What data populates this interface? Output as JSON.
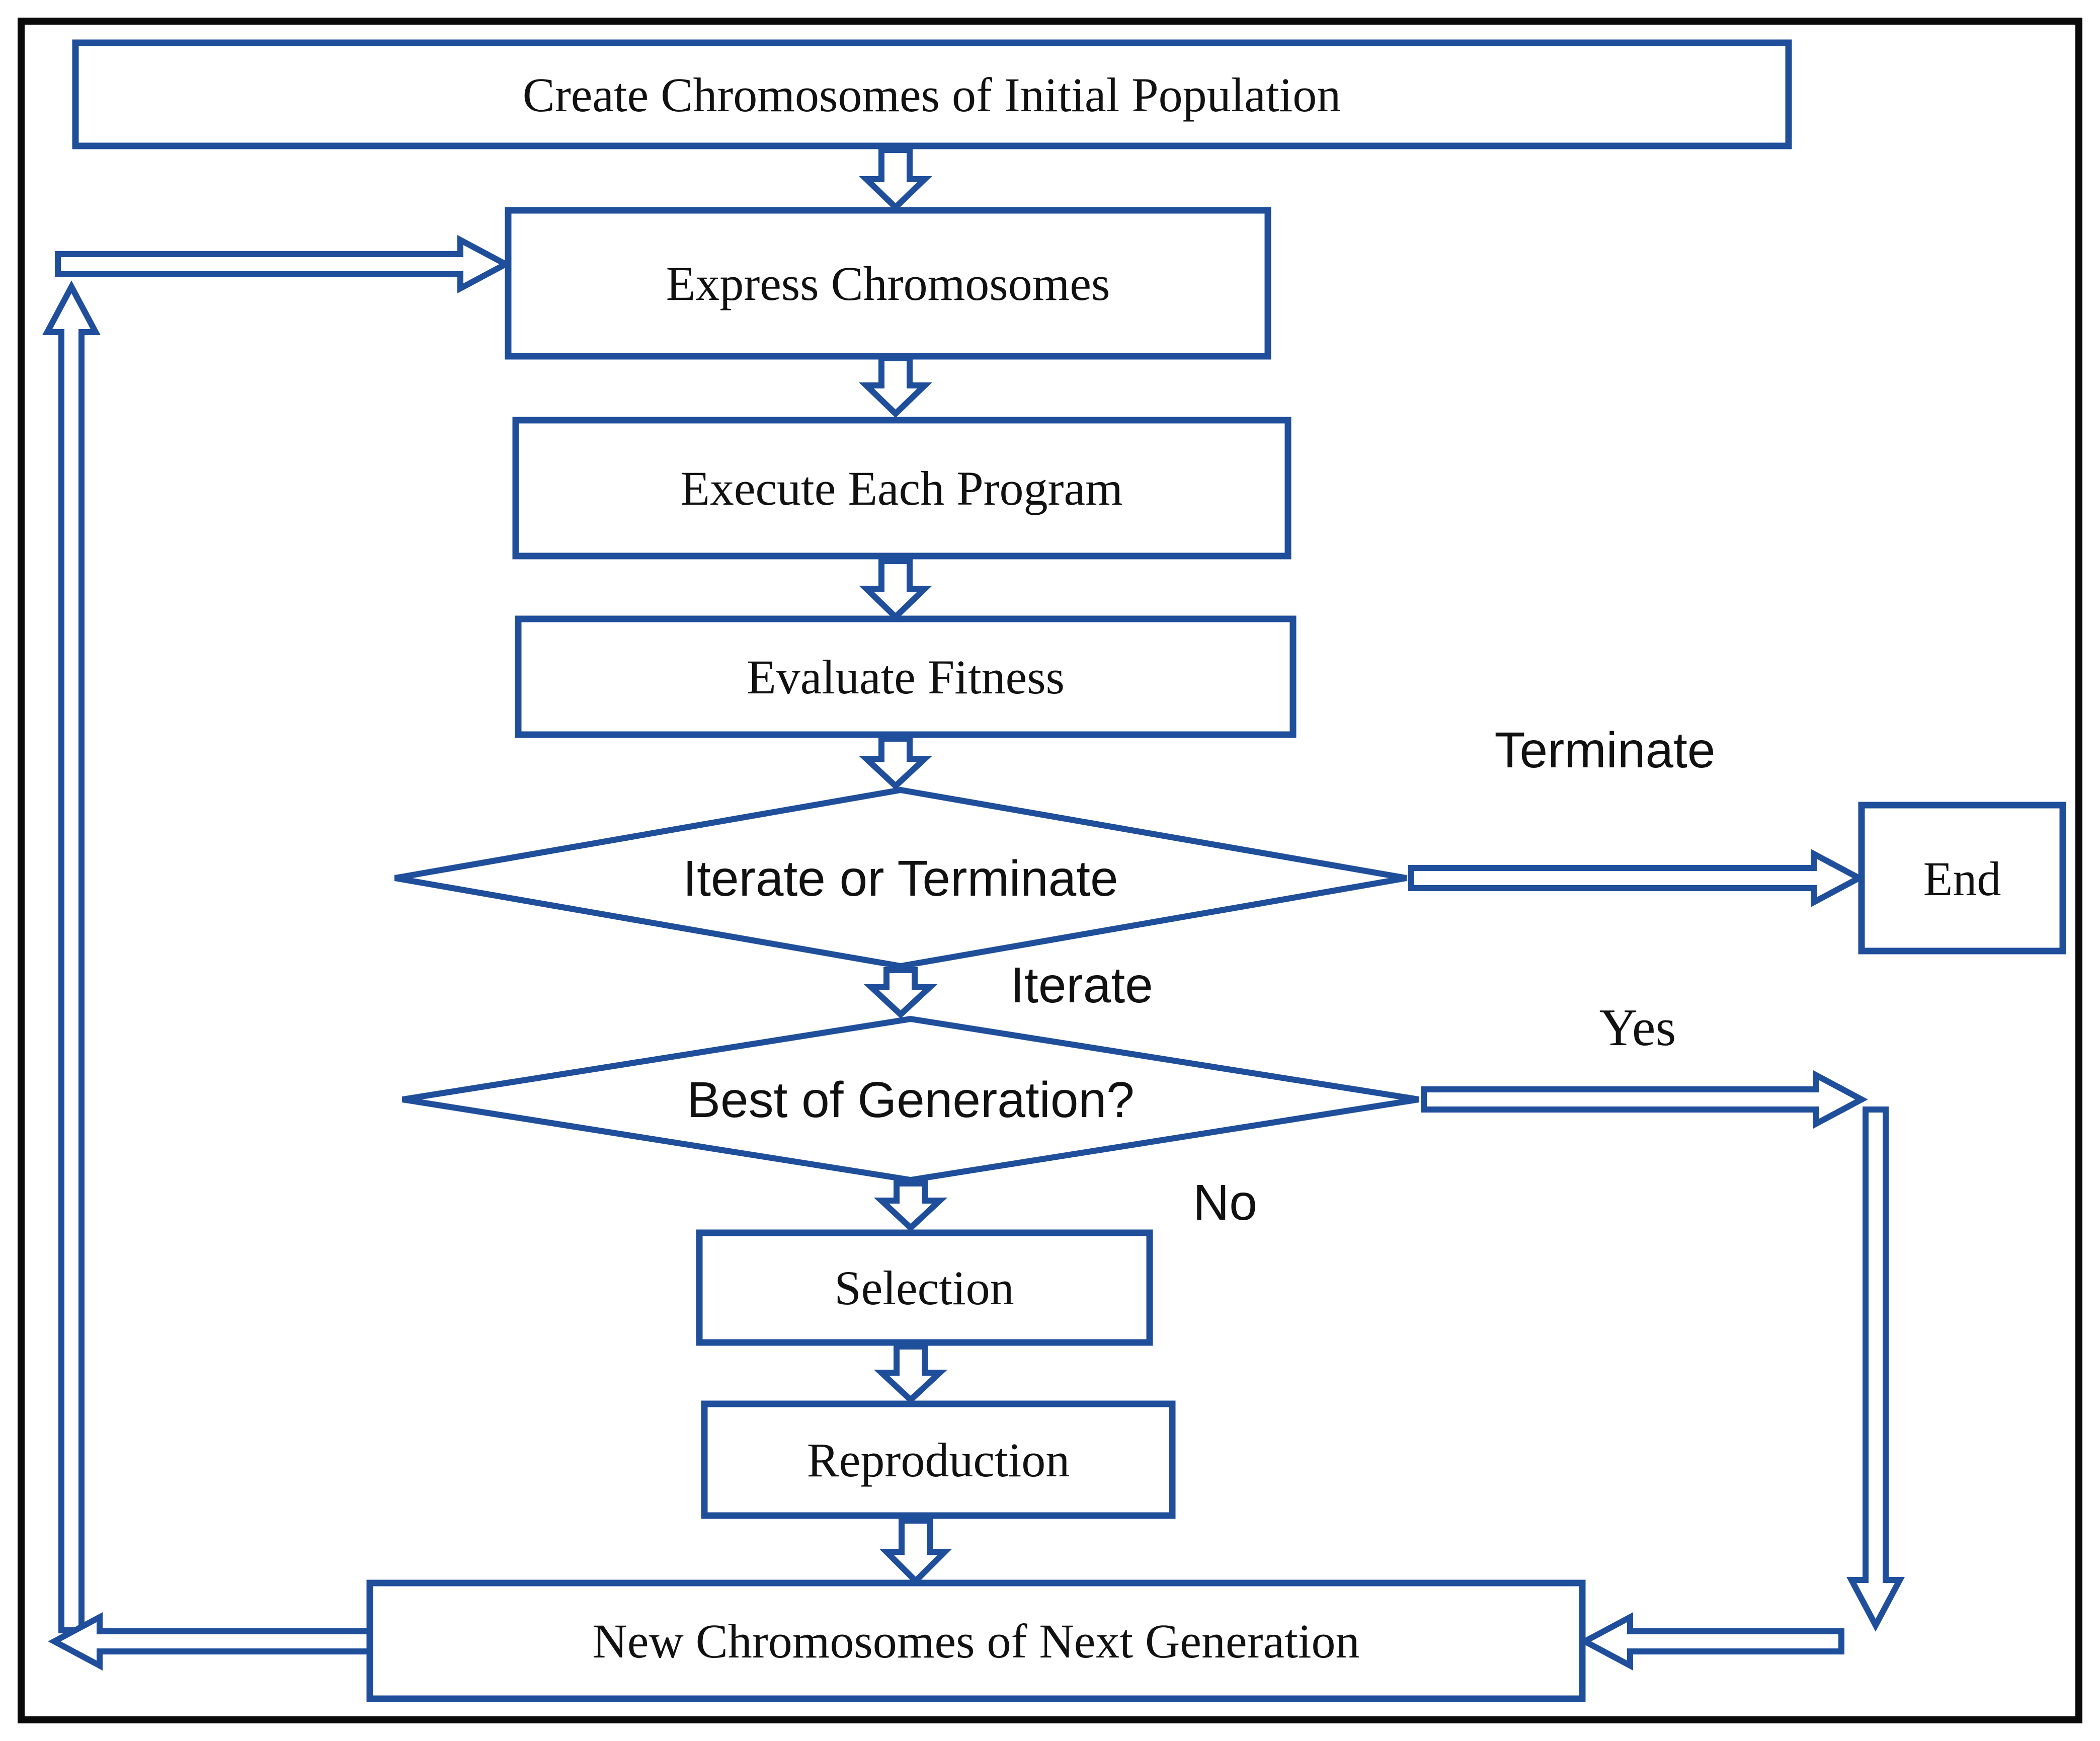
{
  "diagram": {
    "nodes": {
      "create": "Create Chromosomes of Initial Population",
      "express": "Express Chromosomes",
      "execute": "Execute Each Program",
      "evaluate": "Evaluate Fitness",
      "decision_iterate_terminate": "Iterate or Terminate",
      "end": "End",
      "decision_best_generation": "Best of Generation?",
      "selection": "Selection",
      "reproduction": "Reproduction",
      "new_chromosomes": "New Chromosomes of Next Generation"
    },
    "branch_labels": {
      "terminate": "Terminate",
      "iterate": "Iterate",
      "yes": "Yes",
      "no": "No"
    },
    "colors": {
      "line_blue": "#1f4e9b",
      "text_black": "#111111",
      "frame_black": "#0a0a0a",
      "background": "#ffffff"
    }
  }
}
